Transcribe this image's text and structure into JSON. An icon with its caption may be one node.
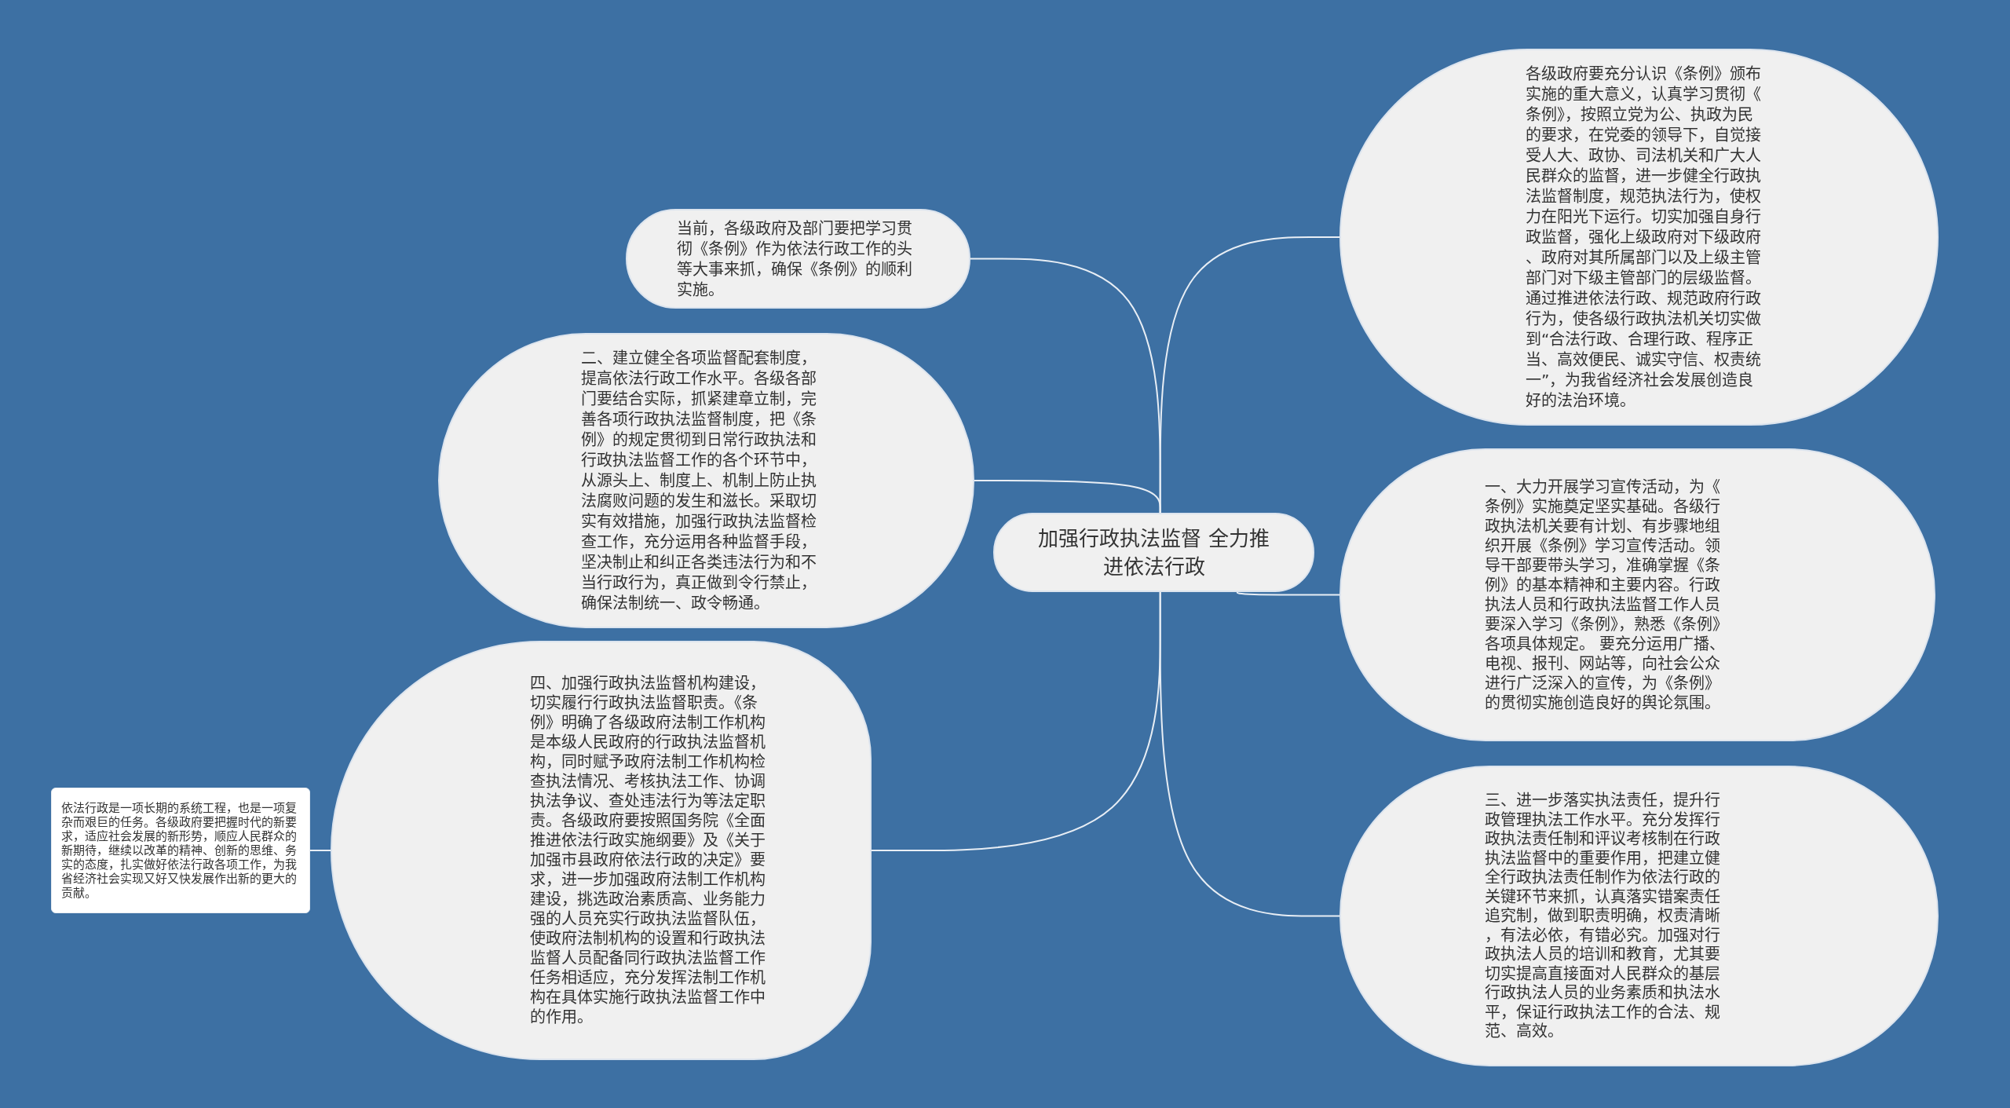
{
  "diagram": {
    "nodes": [
      {
        "text": [
          "加强行政执法监督 全力推进依法行政"
        ]
      },
      {
        "text": [
          "当前，各级政府及部门要把学习贯彻《条例》作为依法行政工作的头等大事来抓，确保《条例》的顺利实施。"
        ]
      },
      {
        "text": [
          "二、建立健全各项监督配套制度，提高依法行政工作水平。各级各部门要结合实际，抓紧建章立制，完善各项行政执法监督制度，把《条例》的规定贯彻到日常行政执法和行政执法监督工作的各个环节中，从源头上、制度上、机制上防止执法腐败问题的发生和滋长。采取切实有效措施，加强行政执法监督检查工作，充分运用各种监督手段，坚决制止和纠正各类违法行为和不当行政行为，真正做到令行禁止，确保法制统一、政令畅通。"
        ]
      },
      {
        "text": [
          "四、加强行政执法监督机构建设，切实履行行政执法监督职责。《条例》明确了各级政府法制工作机构是本级人民政府的行政执法监督机构，同时赋予政府法制工作机构检查执法情况、考核执法工作、协调执法争议、查处违法行为等法定职责。各级政府要按照国务院《全面推进依法行政实施纲要》及《关于加强市县政府依法行政的决定》要求，进一步加强政府法制工作机构建设，挑选政治素质高、业务能力强的人员充实行政执法监督队伍，使政府法制机构的设置和行政执法监督人员配备同行政执法监督工作任务相适应，充分发挥法制工作机构在具体实施行政执法监督工作中的作用。"
        ]
      },
      {
        "text": [
          "依法行政是一项长期的系统工程，也是一项复杂而艰巨的任务。各级政府要把握时代的新要求，适应社会发展的新形势，顺应人民群众的新期待，继续以改革的精神、创新的思维、务实的态度，扎实做好依法行政各项工作，为我省经济社会实现又好又快发展作出新的更大的贡献。"
        ]
      },
      {
        "text": [
          "各级政府要充分认识《条例》颁布实施的重大意义，认真学习贯彻《条例》，按照立党为公、执政为民的要求，在党委的领导下，自觉接受人大、政协、司法机关和广大人民群众的监督，进一步健全行政执法监督制度，规范执法行为，使权力在阳光下运行。切实加强自身行政监督，强化上级政府对下级政府、政府对其所属部门以及上级主管部门对下级主管部门的层级监督。通过推进依法行政、规范政府行政行为，使各级行政执法机关切实做到“合法行政、合理行政、程序正当、高效便民、诚实守信、权责统一”，为我省经济社会发展创造良好的法治环境。"
        ]
      },
      {
        "text": [
          "一、大力开展学习宣传活动，为《条例》实施奠定坚实基础。各级行政执法机关要有计划、有步骤地组织开展《条例》学习宣传活动。领导干部要带头学习，准确掌握《条例》的基本精神和主要内容。行政执法人员和行政执法监督工作人员要深入学习《条例》，熟悉《条例》各项具体规定。 要充分运用广播、电视、报刊、网站等，向社会公众进行广泛深入的宣传，为《条例》的贯彻实施创造良好的舆论氛围。"
        ]
      },
      {
        "text": [
          "三、进一步落实执法责任，提升行政管理执法工作水平。充分发挥行政执法责任制和评议考核制在行政执法监督中的重要作用，把建立健全行政执法责任制作为依法行政的关键环节来抓，认真落实错案责任追究制，做到职责明确，权责清晰，有法必依，有错必究。加强对行政执法人员的培训和教育，尤其要切实提高直接面对人民群众的基层行政执法人员的业务素质和执法水平，保证行政执法工作的合法、规范、高效。"
        ]
      }
    ],
    "edges": [
      {
        "from": 0,
        "to": 1,
        "arrow": "none"
      },
      {
        "from": 0,
        "to": 2,
        "arrow": "none"
      },
      {
        "from": 0,
        "to": 3,
        "arrow": "none"
      },
      {
        "from": 3,
        "to": 4,
        "arrow": "none"
      },
      {
        "from": 0,
        "to": 5,
        "arrow": "none"
      },
      {
        "from": 0,
        "to": 6,
        "arrow": "none"
      },
      {
        "from": 0,
        "to": 7,
        "arrow": "none"
      }
    ]
  }
}
